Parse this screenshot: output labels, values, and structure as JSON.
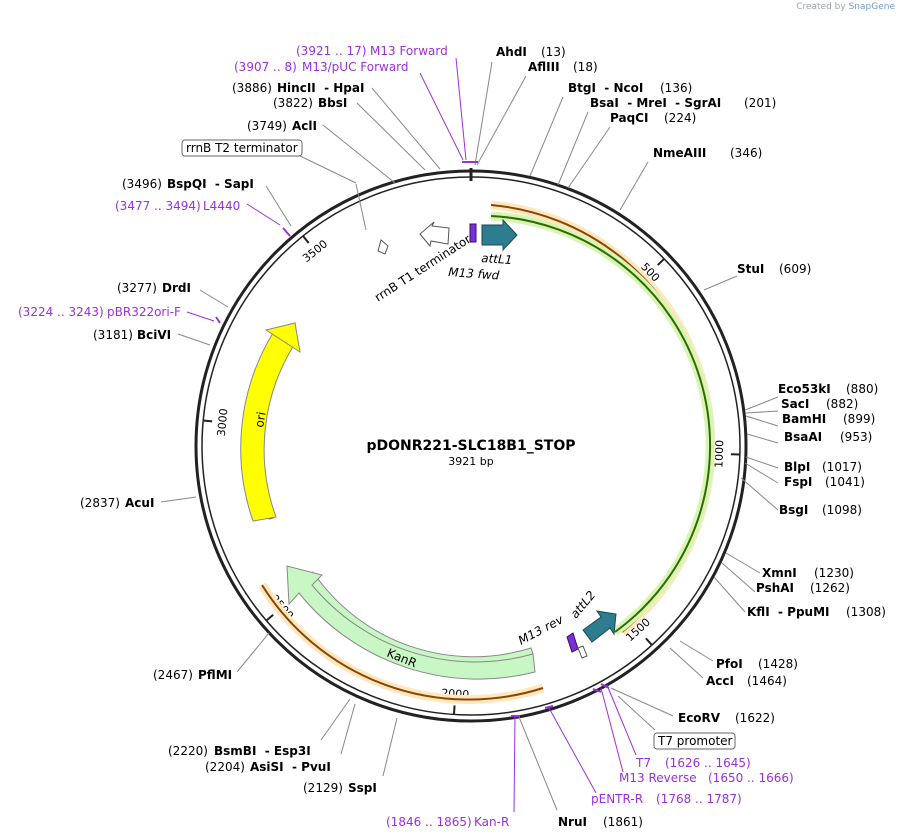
{
  "credit": {
    "prefix": "Created by",
    "brand": "SnapGene"
  },
  "plasmid": {
    "name": "pDONR221-SLC18B1_STOP",
    "length_label": "3921 bp",
    "length": 3921
  },
  "ticks": [
    {
      "pos": 500,
      "label": "500"
    },
    {
      "pos": 1000,
      "label": "1000"
    },
    {
      "pos": 1500,
      "label": "1500"
    },
    {
      "pos": 2000,
      "label": "2000"
    },
    {
      "pos": 2500,
      "label": "2500"
    },
    {
      "pos": 3000,
      "label": "3000"
    },
    {
      "pos": 3500,
      "label": "3500"
    }
  ],
  "enzymes": [
    {
      "name": "AhdI",
      "pos": "(13)",
      "p": 13
    },
    {
      "name": "AflIII",
      "pos": "(18)",
      "p": 18
    },
    {
      "name": "BtgI  - NcoI",
      "pos": "(136)",
      "p": 136
    },
    {
      "name": "BsaI  - MreI  - SgrAI",
      "pos": "(201)",
      "p": 201
    },
    {
      "name": "PaqCI",
      "pos": "(224)",
      "p": 224
    },
    {
      "name": "NmeAIII",
      "pos": "(346)",
      "p": 346
    },
    {
      "name": "StuI",
      "pos": "(609)",
      "p": 609
    },
    {
      "name": "Eco53kI",
      "pos": "(880)",
      "p": 880
    },
    {
      "name": "SacI",
      "pos": "(882)",
      "p": 882
    },
    {
      "name": "BamHI",
      "pos": "(899)",
      "p": 899
    },
    {
      "name": "BsaAI",
      "pos": "(953)",
      "p": 953
    },
    {
      "name": "BlpI",
      "pos": "(1017)",
      "p": 1017
    },
    {
      "name": "FspI",
      "pos": "(1041)",
      "p": 1041
    },
    {
      "name": "BsgI",
      "pos": "(1098)",
      "p": 1098
    },
    {
      "name": "XmnI",
      "pos": "(1230)",
      "p": 1230
    },
    {
      "name": "PshAI",
      "pos": "(1262)",
      "p": 1262
    },
    {
      "name": "KflI  - PpuMI",
      "pos": "(1308)",
      "p": 1308
    },
    {
      "name": "PfoI",
      "pos": "(1428)",
      "p": 1428
    },
    {
      "name": "AccI",
      "pos": "(1464)",
      "p": 1464
    },
    {
      "name": "EcoRV",
      "pos": "(1622)",
      "p": 1622
    },
    {
      "name": "NruI",
      "pos": "(1861)",
      "p": 1861
    },
    {
      "name": "SspI",
      "pos": "(2129)",
      "p": 2129
    },
    {
      "name": "AsiSI  - PvuI",
      "pos": "(2204)",
      "p": 2204
    },
    {
      "name": "BsmBI  - Esp3I",
      "pos": "(2220)",
      "p": 2220
    },
    {
      "name": "PflMI",
      "pos": "(2467)",
      "p": 2467
    },
    {
      "name": "AcuI",
      "pos": "(2837)",
      "p": 2837
    },
    {
      "name": "BciVI",
      "pos": "(3181)",
      "p": 3181
    },
    {
      "name": "DrdI",
      "pos": "(3277)",
      "p": 3277
    },
    {
      "name": "BspQI  - SapI",
      "pos": "(3496)",
      "p": 3496
    },
    {
      "name": "AclI",
      "pos": "(3749)",
      "p": 3749
    },
    {
      "name": "BbsI",
      "pos": "(3822)",
      "p": 3822
    },
    {
      "name": "HincII  - HpaI",
      "pos": "(3886)",
      "p": 3886
    }
  ],
  "primers": [
    {
      "name": "M13 Forward",
      "range": "(3921 .. 17)"
    },
    {
      "name": "M13/pUC Forward",
      "range": "(3907 .. 8)"
    },
    {
      "name": "L4440",
      "range": "(3477 .. 3494)"
    },
    {
      "name": "pBR322ori-F",
      "range": "(3224 .. 3243)"
    },
    {
      "name": "T7",
      "range": "(1626 .. 1645)"
    },
    {
      "name": "M13 Reverse",
      "range": "(1650 .. 1666)"
    },
    {
      "name": "pENTR-R",
      "range": "(1768 .. 1787)"
    },
    {
      "name": "Kan-R",
      "range": "(1846 .. 1865)"
    }
  ],
  "features": {
    "attL1": "attL1",
    "m13fwd": "M13 fwd",
    "attL2": "attL2",
    "m13rev": "M13 rev",
    "ori": "ori",
    "kanr": "KanR",
    "rrnb_t1": "rrnB T1 terminator",
    "rrnb_t2": "rrnB T2 terminator",
    "t7promoter": "T7 promoter"
  },
  "colors": {
    "enzyme_text": "#000000",
    "primer_text": "#9b30d9",
    "attL": "#2e7c8f",
    "ori": "#ffff00",
    "kanr": "#c8f7c5",
    "orange_track": "#ff9900",
    "green_track": "#66cc00",
    "backbone": "#222222"
  }
}
